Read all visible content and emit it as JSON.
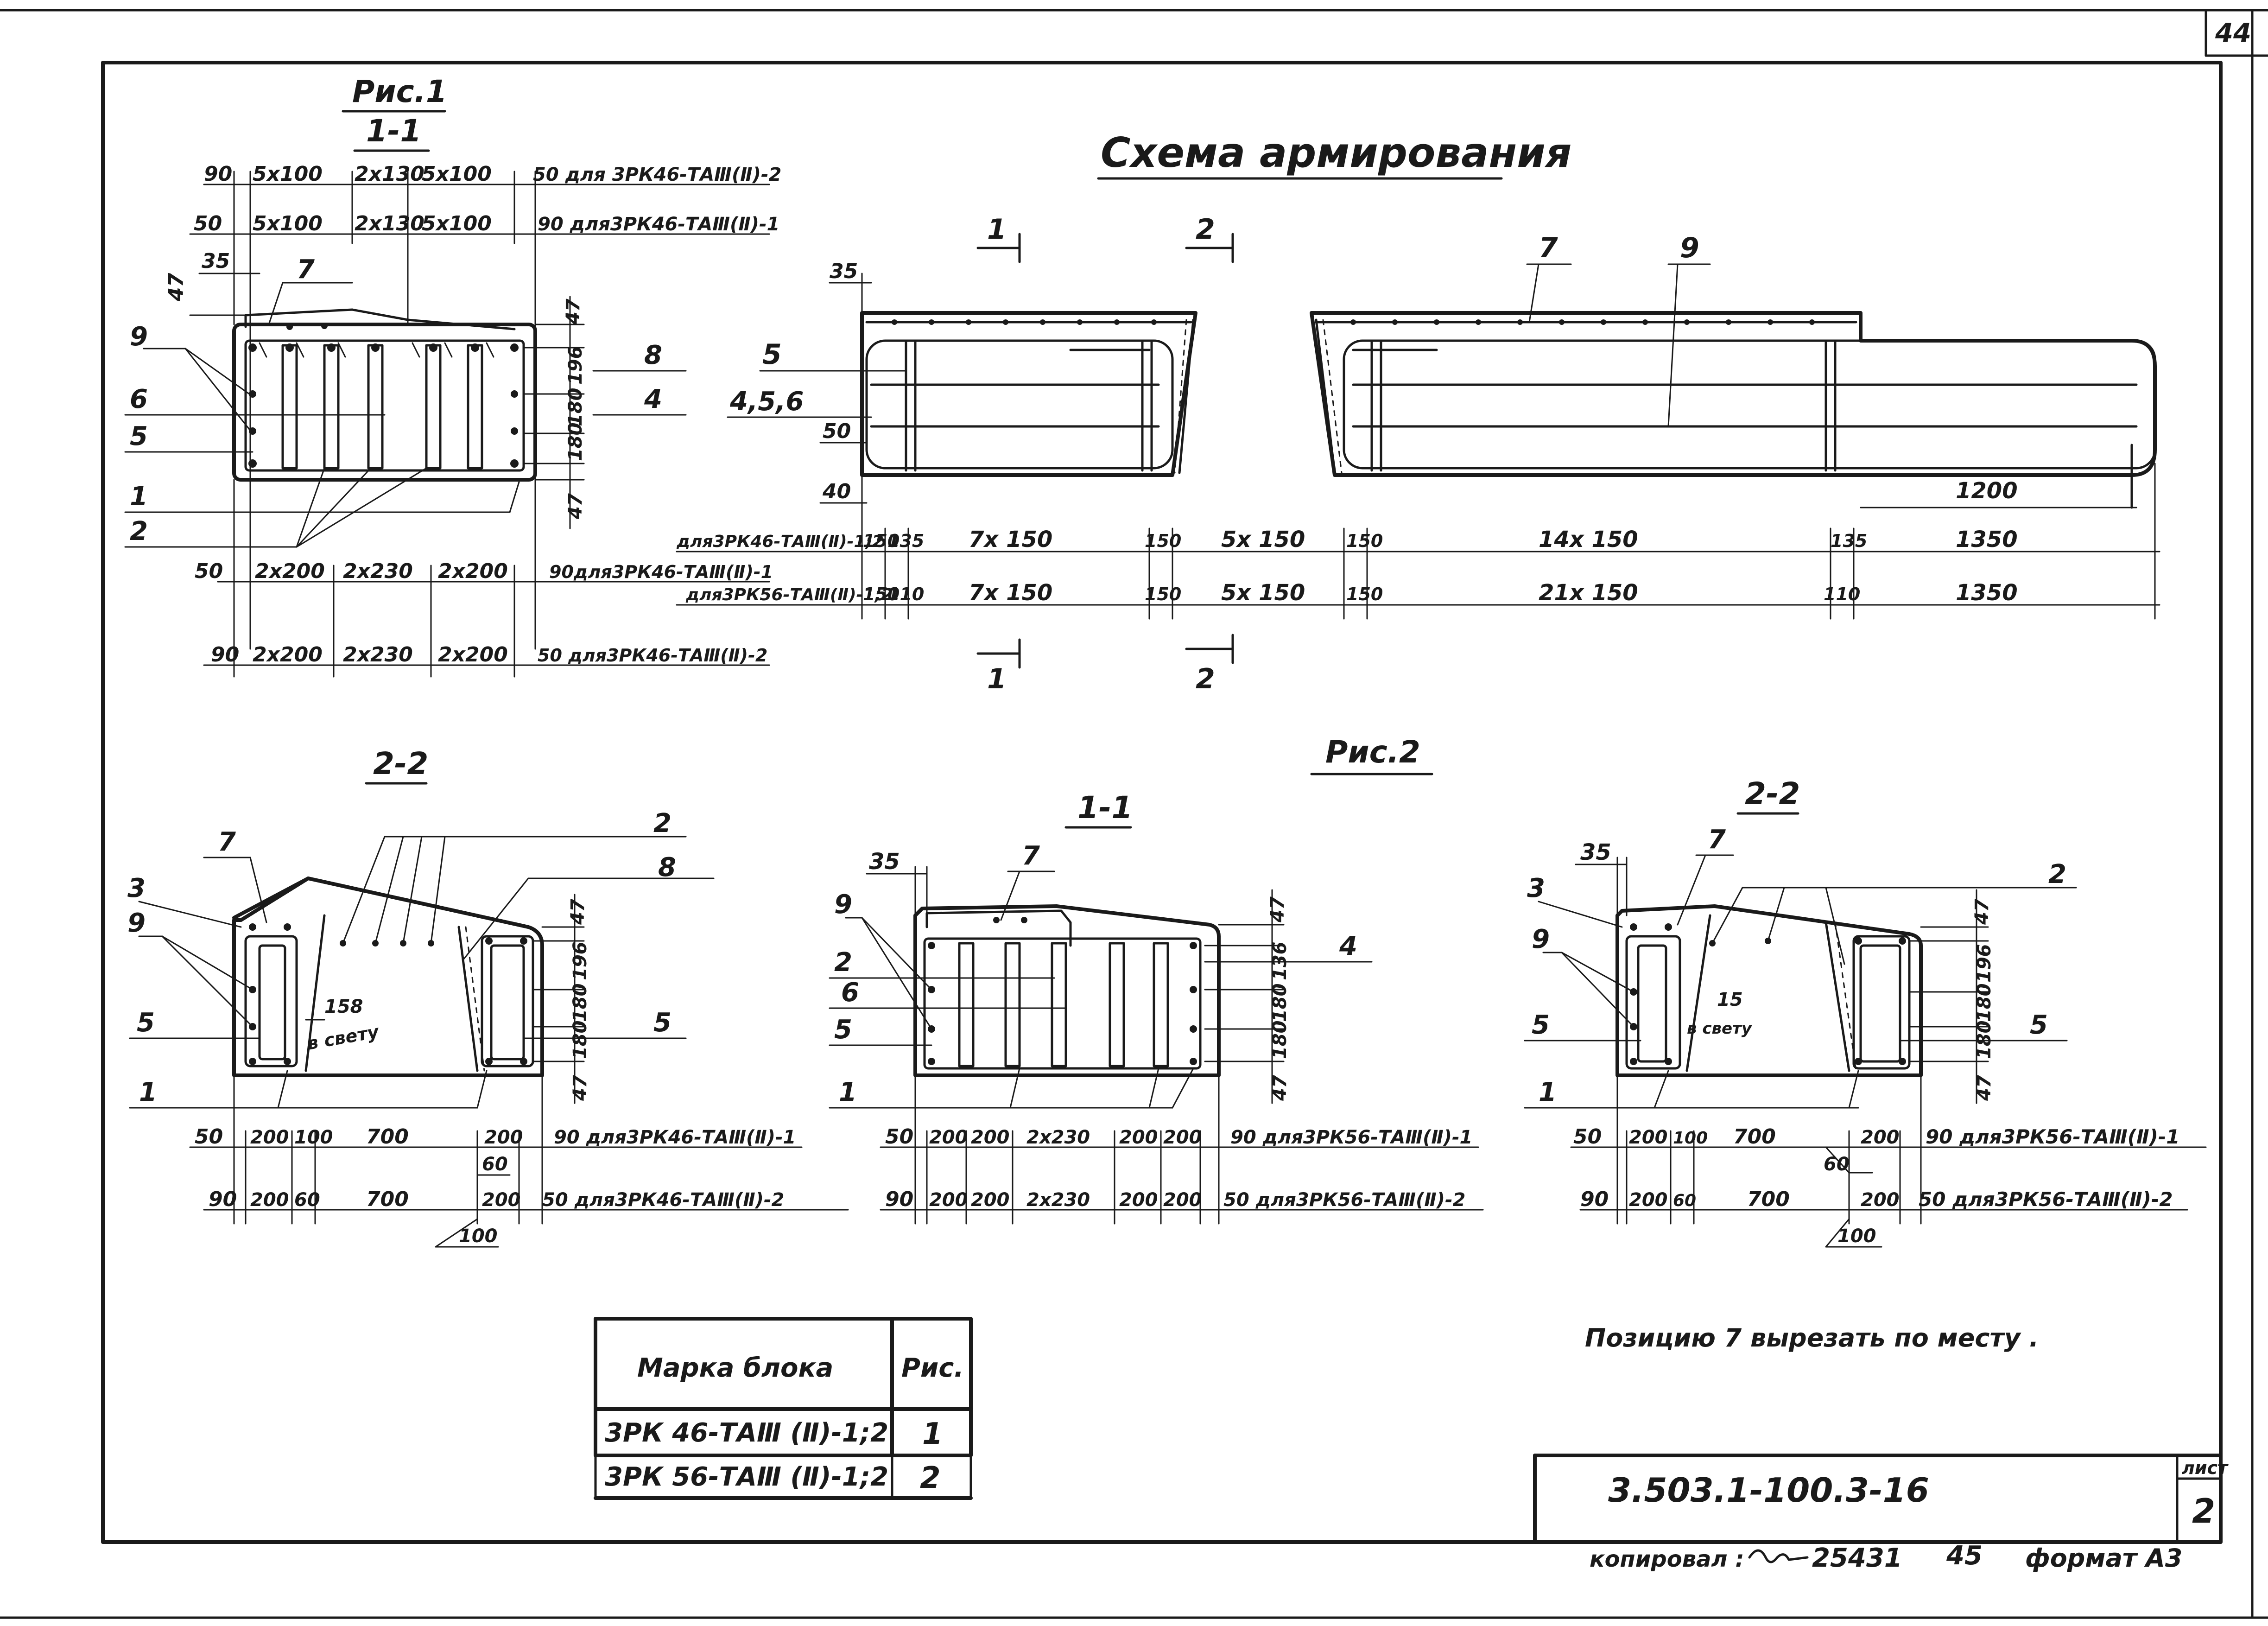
{
  "sheet": {
    "corner_number": "44",
    "main_title": "Схема армирования",
    "fig1_label": "Рис.1",
    "fig2_label": "Рис.2",
    "note": "Позицию 7 вырезать по месту .",
    "doc_code": "3.503.1-100.3-16",
    "sheet_label": "лист",
    "sheet_number": "2",
    "footer_copied": "копировал :",
    "footer_num1": "25431",
    "footer_num2": "45",
    "footer_format": "формат А3"
  },
  "fig1": {
    "section": "1-1",
    "top_dim1": [
      "90",
      "5x100",
      "2x130",
      "5x100",
      "50 для 3РК46-ТАⅢ(Ⅱ)-2"
    ],
    "top_dim2": [
      "50",
      "5x100",
      "2x130",
      "5x100",
      "90 для3РК46-ТАⅢ(Ⅱ)-1"
    ],
    "dim_35": "35",
    "dim_47": "47",
    "labels": [
      "9",
      "6",
      "5",
      "1",
      "2",
      "7",
      "8",
      "4"
    ],
    "right_dims": [
      "47",
      "196",
      "180",
      "180",
      "47"
    ],
    "bot_dim1": [
      "50",
      "2x200",
      "2x230",
      "2x200",
      "90для3РК46-ТАⅢ(Ⅱ)-1"
    ],
    "bot_dim2": [
      "90",
      "2x200",
      "2x230",
      "2x200",
      "50 для3РК46-ТАⅢ(Ⅱ)-2"
    ]
  },
  "scheme": {
    "cut1": "1",
    "cut2": "2",
    "labels": [
      "7",
      "9",
      "5",
      "4,5,6"
    ],
    "dim_35": "35",
    "dim_50": "50",
    "dim_40": "40",
    "dim_1200": "1200",
    "row1_label": "для3РК46-ТАⅢ(Ⅱ)-1;2",
    "row1": [
      "150",
      "135",
      "7x 150",
      "150",
      "5x 150",
      "150",
      "14x 150",
      "135",
      "1350"
    ],
    "row2_label": "для3РК56-ТАⅢ(Ⅱ)-1;2",
    "row2": [
      "150",
      "110",
      "7x 150",
      "150",
      "5x 150",
      "150",
      "21x 150",
      "110",
      "1350"
    ]
  },
  "sec22a": {
    "section": "2-2",
    "labels": [
      "7",
      "3",
      "9",
      "5",
      "1",
      "2",
      "8",
      "5"
    ],
    "clear": "158",
    "clear_note": "в свету",
    "right_dims": [
      "47",
      "196",
      "180",
      "180",
      "47"
    ],
    "dim1": [
      "50",
      "200",
      "100",
      "700",
      "200",
      "90 для3РК46-ТАⅢ(Ⅱ)-1"
    ],
    "dim_60": "60",
    "dim2": [
      "90",
      "200",
      "60",
      "700",
      "200",
      "50 для3РК46-ТАⅢ(Ⅱ)-2"
    ],
    "slope": "100"
  },
  "sec11b": {
    "section": "1-1",
    "labels": [
      "35",
      "7",
      "9",
      "2",
      "6",
      "5",
      "1",
      "4"
    ],
    "right_dims": [
      "47",
      "136",
      "180",
      "180",
      "47"
    ],
    "dim1": [
      "50",
      "200",
      "200",
      "2x230",
      "200",
      "200",
      "90 для3РК56-ТАⅢ(Ⅱ)-1"
    ],
    "dim2": [
      "90",
      "200",
      "200",
      "2x230",
      "200",
      "200",
      "50 для3РК56-ТАⅢ(Ⅱ)-2"
    ]
  },
  "sec22b": {
    "section": "2-2",
    "labels": [
      "35",
      "7",
      "3",
      "9",
      "5",
      "1",
      "2",
      "5"
    ],
    "clear": "15",
    "clear_note": "в свету",
    "right_dims": [
      "47",
      "196",
      "180",
      "180",
      "47"
    ],
    "dim1": [
      "50",
      "200",
      "100",
      "700",
      "200",
      "90 для3РК56-ТАⅢ(Ⅱ)-1"
    ],
    "dim_60": "60",
    "dim2": [
      "90",
      "200",
      "60",
      "700",
      "200",
      "50 для3РК56-ТАⅢ(Ⅱ)-2"
    ],
    "slope": "100"
  },
  "table": {
    "headers": [
      "Марка блока",
      "Рис."
    ],
    "rows": [
      [
        "3РК 46-ТАⅢ (Ⅱ)-1;2",
        "1"
      ],
      [
        "3РК 56-ТАⅢ (Ⅱ)-1;2",
        "2"
      ]
    ]
  }
}
